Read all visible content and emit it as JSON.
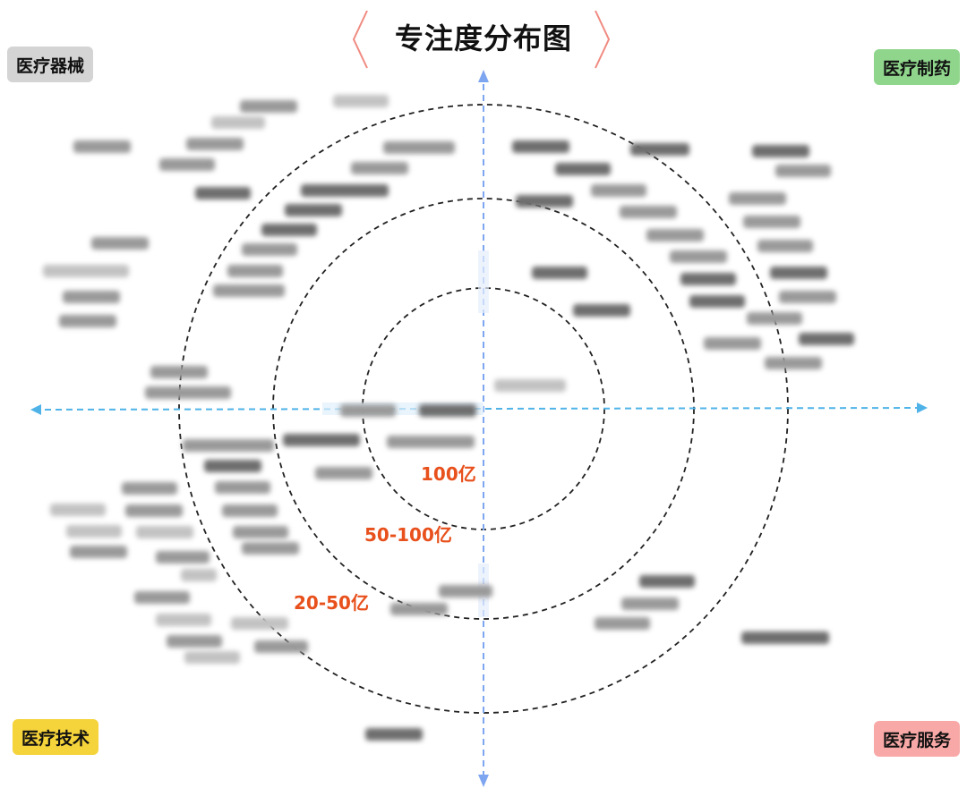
{
  "title": "专注度分布图",
  "quadrants": {
    "top_left": "医疗器械",
    "top_right": "医疗制药",
    "bottom_left": "医疗技术",
    "bottom_right": "医疗服务"
  },
  "rings": [
    {
      "label": "100亿"
    },
    {
      "label": "50-100亿"
    },
    {
      "label": "20-50亿"
    }
  ],
  "colors": {
    "title_bracket": "#f08a80",
    "axis_horizontal": "#4fb3e8",
    "axis_vertical": "#7ea6f0",
    "ring_label": "#e8501c",
    "tag_device": "#d4d4d4",
    "tag_pharma": "#8fd68c",
    "tag_tech": "#f5d33a",
    "tag_service": "#f8a9a7"
  }
}
